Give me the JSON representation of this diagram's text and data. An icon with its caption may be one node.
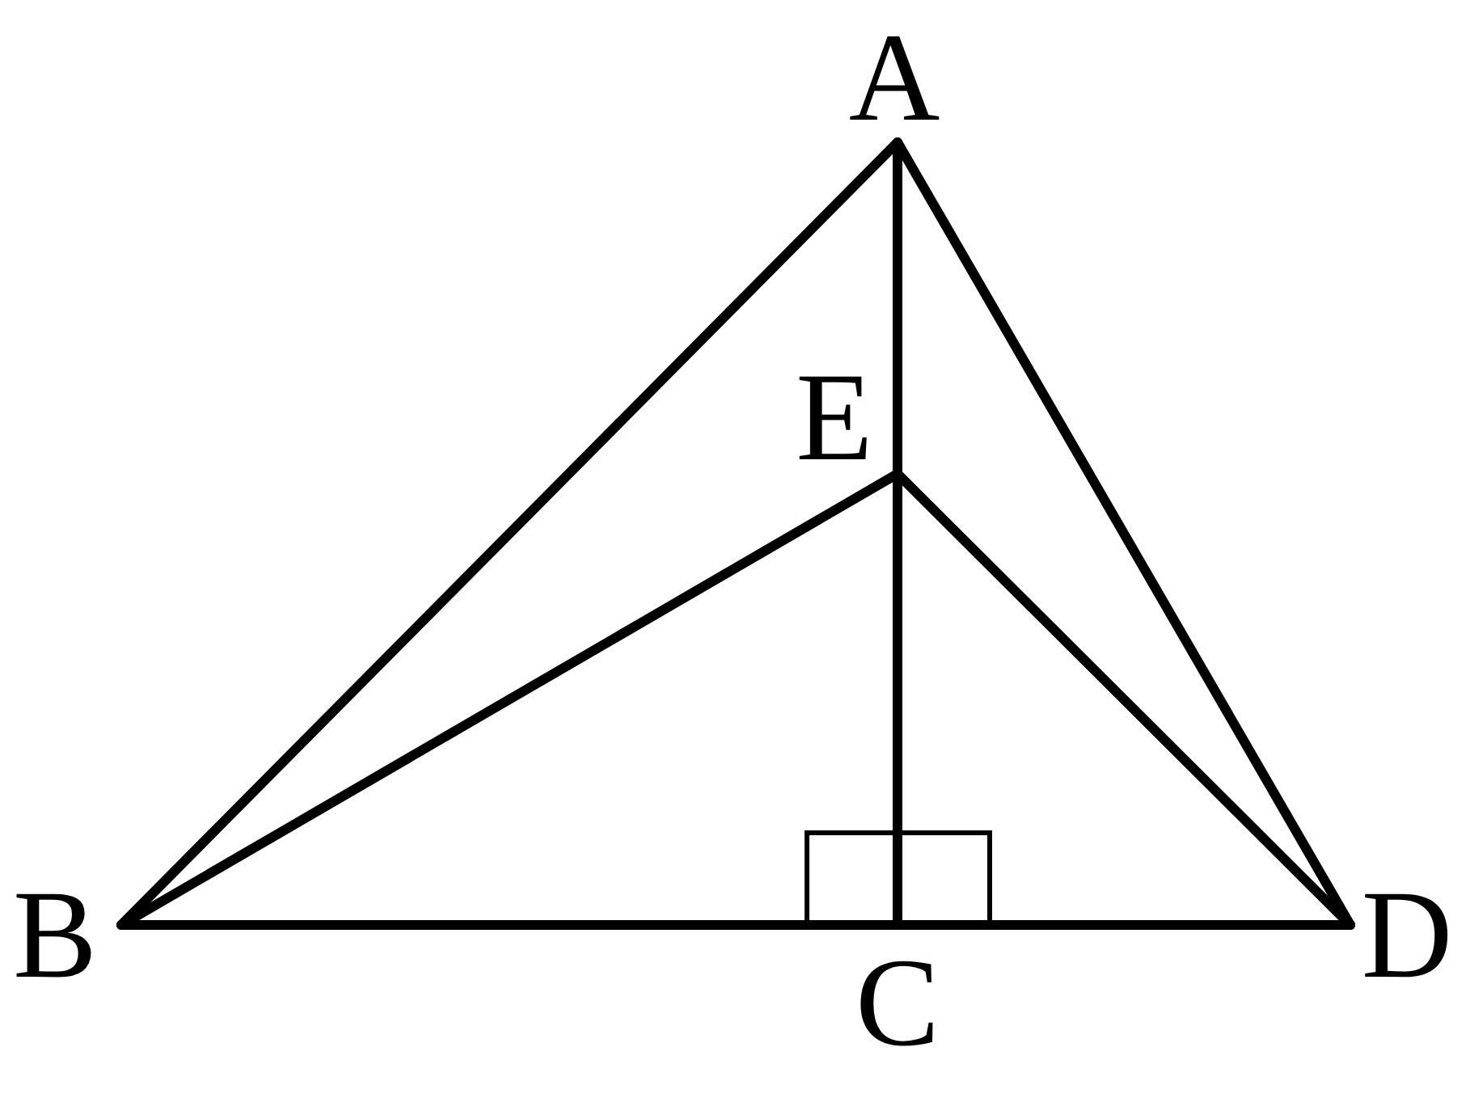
{
  "diagram": {
    "nodes": [
      {
        "text": [
          "A"
        ]
      },
      {
        "text": [
          "E"
        ]
      },
      {
        "text": [
          "B"
        ]
      },
      {
        "text": [
          "C"
        ]
      },
      {
        "text": [
          "D"
        ]
      }
    ],
    "edges": [
      {
        "from": 2,
        "to": 0,
        "arrow": "none"
      },
      {
        "from": 0,
        "to": 4,
        "arrow": "none"
      },
      {
        "from": 0,
        "to": 1,
        "arrow": "none"
      },
      {
        "from": 1,
        "to": 3,
        "arrow": "none"
      },
      {
        "from": 2,
        "to": 1,
        "arrow": "none"
      },
      {
        "from": 1,
        "to": 4,
        "arrow": "none"
      },
      {
        "from": 2,
        "to": 3,
        "arrow": "none"
      },
      {
        "from": 3,
        "to": 4,
        "arrow": "none"
      }
    ]
  }
}
